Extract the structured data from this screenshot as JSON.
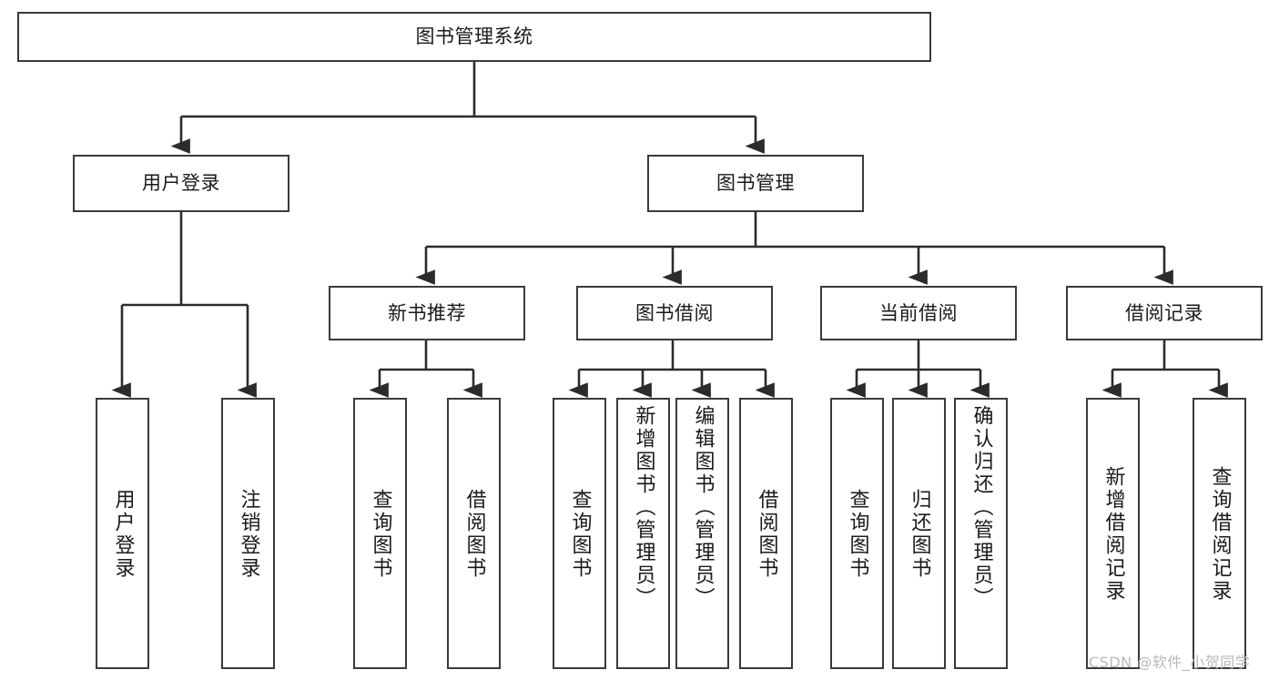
{
  "diagram": {
    "title": "图书管理系统",
    "type": "tree-hierarchy-diagram",
    "watermark": "CSDN @软件_小贺同学",
    "colors": {
      "background": "#ffffff",
      "box_border": "#3a3a3a",
      "edge": "#2b2b2b",
      "text": "#1a1a1a",
      "watermark": "#b9b9b9"
    },
    "root": {
      "id": "root",
      "label": "图书管理系统"
    },
    "level2": [
      {
        "id": "user-login",
        "label": "用户登录"
      },
      {
        "id": "book-management",
        "label": "图书管理"
      }
    ],
    "level3": [
      {
        "id": "new-book-recommend",
        "label": "新书推荐"
      },
      {
        "id": "book-borrow",
        "label": "图书借阅"
      },
      {
        "id": "current-borrow",
        "label": "当前借阅"
      },
      {
        "id": "borrow-record",
        "label": "借阅记录"
      }
    ],
    "leaves": {
      "user_login": [
        {
          "id": "leaf-user-login",
          "label": "用户登录"
        },
        {
          "id": "leaf-logout-login",
          "label": "注销登录"
        }
      ],
      "new_book_recommend": [
        {
          "id": "leaf-query-book-1",
          "label": "查询图书"
        },
        {
          "id": "leaf-borrow-book-1",
          "label": "借阅图书"
        }
      ],
      "book_borrow": [
        {
          "id": "leaf-query-book-2",
          "label": "查询图书"
        },
        {
          "id": "leaf-add-book",
          "label": "新增图书（管理员）"
        },
        {
          "id": "leaf-edit-book",
          "label": "编辑图书（管理员）"
        },
        {
          "id": "leaf-borrow-book-2",
          "label": "借阅图书"
        }
      ],
      "current_borrow": [
        {
          "id": "leaf-query-book-3",
          "label": "查询图书"
        },
        {
          "id": "leaf-return-book",
          "label": "归还图书"
        },
        {
          "id": "leaf-confirm-return",
          "label": "确认归还（管理员）"
        }
      ],
      "borrow_record": [
        {
          "id": "leaf-add-record",
          "label": "新增借阅记录"
        },
        {
          "id": "leaf-query-record",
          "label": "查询借阅记录"
        }
      ]
    }
  }
}
